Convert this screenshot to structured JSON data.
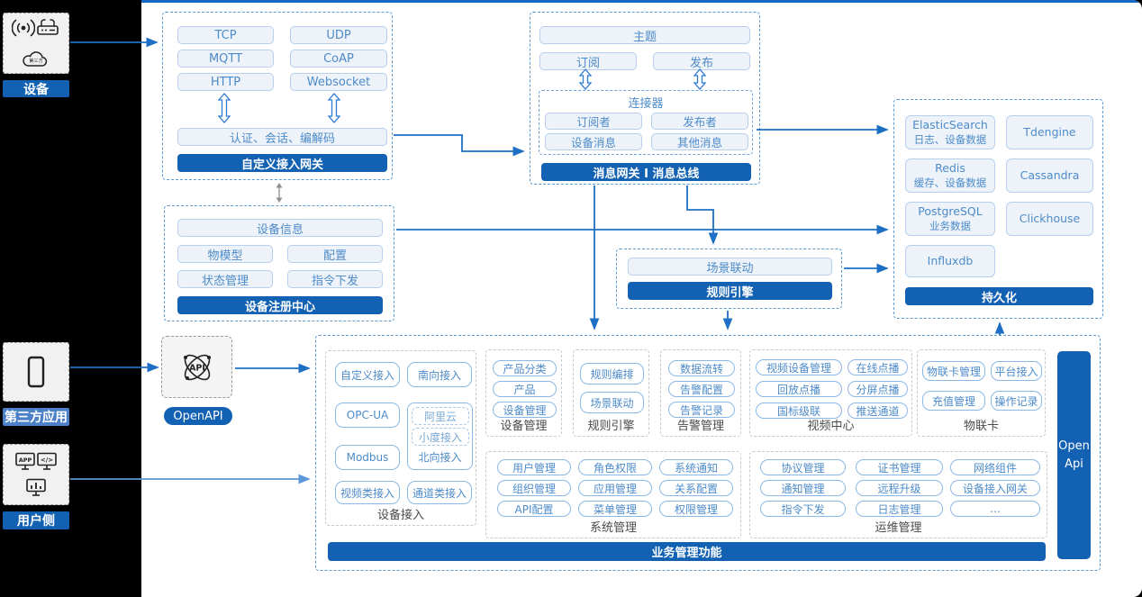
{
  "colors": {
    "primary_blue": "#1261b3",
    "light_label_blue": "#4c80c9",
    "arrow_blue": "#1e6fc4",
    "arrow_light_blue": "#5b97d6",
    "item_fill": "#eef3fa",
    "item_border": "#b5cfec",
    "item_text": "#4d8bc9",
    "dashed_border_blue": "#5b9bd5",
    "dashed_border_gray": "#c5c9d0"
  },
  "left_rail": {
    "device": {
      "label": "设备",
      "icons": [
        "signal-icon",
        "router-icon",
        "cloud-icon"
      ],
      "cloud_text": "第三方"
    },
    "third_party": {
      "label": "第三方应用",
      "icons": [
        "phone-icon"
      ]
    },
    "user_side": {
      "label": "用户侧",
      "icons": [
        "app-window-icon",
        "code-window-icon",
        "chart-window-icon"
      ],
      "app_text": "APP",
      "code_text": "</>"
    }
  },
  "custom_gateway": {
    "protocols": [
      "TCP",
      "UDP",
      "MQTT",
      "CoAP",
      "HTTP",
      "Websocket"
    ],
    "session": "认证、会话、编解码",
    "title": "自定义接入网关"
  },
  "message_hub": {
    "topic": "主题",
    "subscribe": "订阅",
    "publish": "发布",
    "connector": {
      "title": "连接器",
      "subscriber": "订阅者",
      "publisher": "发布者",
      "device_msg": "设备消息",
      "other_msg": "其他消息"
    },
    "title": "消息网关 I 消息总线"
  },
  "persistence": {
    "databases": [
      {
        "name": "ElasticSearch",
        "desc": "日志、设备数据"
      },
      {
        "name": "Tdengine",
        "desc": ""
      },
      {
        "name": "Redis",
        "desc": "缓存、设备数据"
      },
      {
        "name": "Cassandra",
        "desc": ""
      },
      {
        "name": "PostgreSQL",
        "desc": "业务数据"
      },
      {
        "name": "Clickhouse",
        "desc": ""
      },
      {
        "name": "Influxdb",
        "desc": ""
      }
    ],
    "title": "持久化"
  },
  "device_registry": {
    "info": "设备信息",
    "thing_model": "物模型",
    "config": "配置",
    "status": "状态管理",
    "command": "指令下发",
    "title": "设备注册中心"
  },
  "rule_engine_mid": {
    "scene": "场景联动",
    "title": "规则引擎"
  },
  "openapi": {
    "label": "OpenAPI",
    "icon": "api-atom-icon",
    "icon_text": "API"
  },
  "business": {
    "device_access": {
      "custom": "自定义接入",
      "south": "南向接入",
      "opcua": "OPC-UA",
      "aliyun": "阿里云",
      "xiaodu": "小度接入",
      "north": "北向接入",
      "modbus": "Modbus",
      "video": "视频类接入",
      "channel": "通道类接入",
      "label": "设备接入"
    },
    "device_mgmt": {
      "items": [
        "产品分类",
        "产品",
        "设备管理"
      ],
      "label": "设备管理"
    },
    "rule_engine": {
      "items": [
        "规则编排",
        "场景联动"
      ],
      "label": "规则引擎"
    },
    "alarm_mgmt": {
      "items": [
        "数据流转",
        "告警配置",
        "告警记录"
      ],
      "label": "告警管理"
    },
    "video_center": {
      "items": [
        "视频设备管理",
        "在线点播",
        "回放点播",
        "分屏点播",
        "国标级联",
        "推送通道"
      ],
      "label": "视频中心"
    },
    "iot_card": {
      "items": [
        "物联卡管理",
        "平台接入",
        "充值管理",
        "操作记录"
      ],
      "label": "物联卡"
    },
    "system_mgmt": {
      "items": [
        "用户管理",
        "角色权限",
        "系统通知",
        "组织管理",
        "应用管理",
        "关系配置",
        "API配置",
        "菜单管理",
        "权限管理"
      ],
      "label": "系统管理"
    },
    "ops_mgmt": {
      "items": [
        "协议管理",
        "证书管理",
        "网络组件",
        "通知管理",
        "远程升级",
        "设备接入网关",
        "指令下发",
        "日志管理",
        "..."
      ],
      "label": "运维管理"
    },
    "footer": "业务管理功能",
    "open_api_bar": "Open Api"
  }
}
